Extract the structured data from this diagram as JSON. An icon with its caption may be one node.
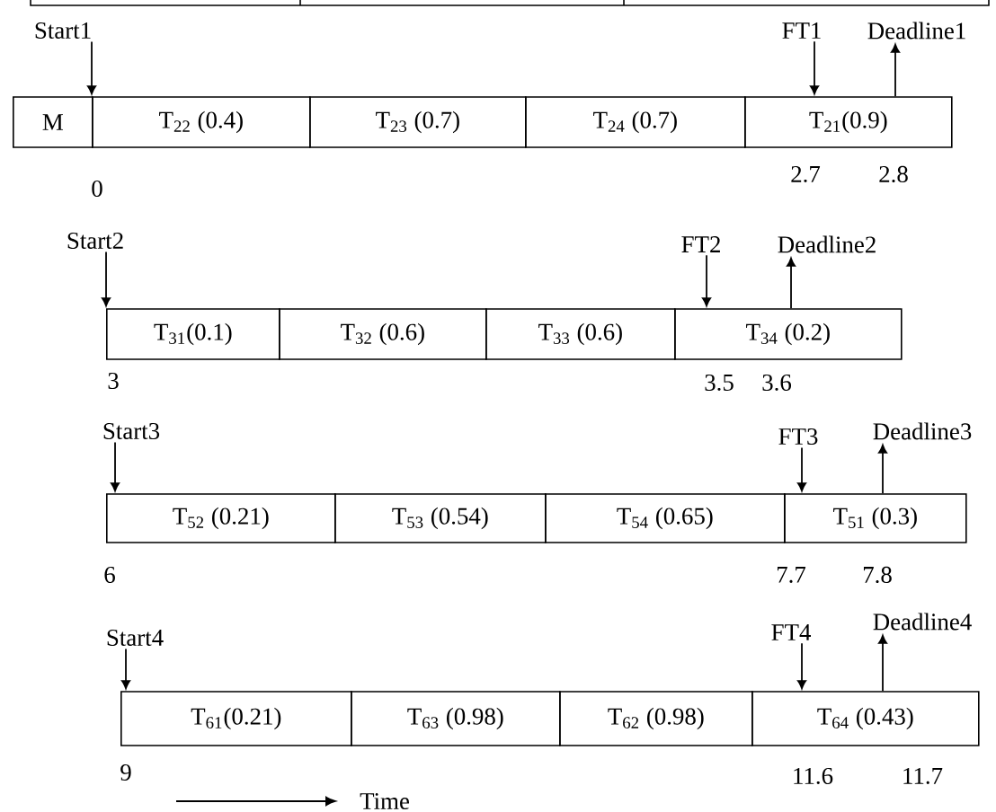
{
  "diagram": {
    "nodes": [
      {
        "text": [
          "Start1"
        ]
      },
      {
        "text": [
          "M"
        ]
      },
      {
        "text": [
          "T$_{22}$ (0.4)"
        ]
      },
      {
        "text": [
          "T$_{23}$ (0.7)"
        ]
      },
      {
        "text": [
          "T$_{24}$ (0.7)"
        ]
      },
      {
        "text": [
          "T$_{21}$(0.9)"
        ]
      },
      {
        "text": [
          "FT1"
        ]
      },
      {
        "text": [
          "Deadline1"
        ]
      },
      {
        "text": [
          "Start2"
        ]
      },
      {
        "text": [
          "T$_{31}$(0.1)"
        ]
      },
      {
        "text": [
          "T$_{32}$ (0.6)"
        ]
      },
      {
        "text": [
          "T$_{33}$ (0.6)"
        ]
      },
      {
        "text": [
          "T$_{34}$ (0.2)"
        ]
      },
      {
        "text": [
          "FT2"
        ]
      },
      {
        "text": [
          "Deadline2"
        ]
      },
      {
        "text": [
          "Start3"
        ]
      },
      {
        "text": [
          "T$_{52}$ (0.21)"
        ]
      },
      {
        "text": [
          "T$_{53}$ (0.54)"
        ]
      },
      {
        "text": [
          "T$_{54}$ (0.65)"
        ]
      },
      {
        "text": [
          "T$_{51}$ (0.3)"
        ]
      },
      {
        "text": [
          "FT3"
        ]
      },
      {
        "text": [
          "Deadline3"
        ]
      },
      {
        "text": [
          "Start4"
        ]
      },
      {
        "text": [
          "T$_{61}$(0.21)"
        ]
      },
      {
        "text": [
          "T$_{63}$ (0.98)"
        ]
      },
      {
        "text": [
          "T$_{62}$ (0.98)"
        ]
      },
      {
        "text": [
          "T$_{64}$ (0.43)"
        ]
      },
      {
        "text": [
          "FT4"
        ]
      },
      {
        "text": [
          "Deadline4"
        ]
      }
    ],
    "edges": [
      {
        "from": 0,
        "to": 2,
        "arrow": "to"
      },
      {
        "from": 6,
        "to": 5,
        "arrow": "to"
      },
      {
        "from": 5,
        "to": 7,
        "arrow": "to"
      },
      {
        "from": 8,
        "to": 9,
        "arrow": "to"
      },
      {
        "from": 13,
        "to": 12,
        "arrow": "to"
      },
      {
        "from": 12,
        "to": 14,
        "arrow": "to"
      },
      {
        "from": 15,
        "to": 16,
        "arrow": "to"
      },
      {
        "from": 20,
        "to": 19,
        "arrow": "to"
      },
      {
        "from": 19,
        "to": 21,
        "arrow": "to"
      },
      {
        "from": 22,
        "to": 23,
        "arrow": "to"
      },
      {
        "from": 27,
        "to": 26,
        "arrow": "to"
      },
      {
        "from": 26,
        "to": 28,
        "arrow": "to"
      }
    ],
    "labels": [
      "0",
      "2.7",
      "2.8",
      "3",
      "3.5",
      "3.6",
      "6",
      "7.7",
      "7.8",
      "9",
      "11.6",
      "11.7",
      "Time"
    ]
  }
}
